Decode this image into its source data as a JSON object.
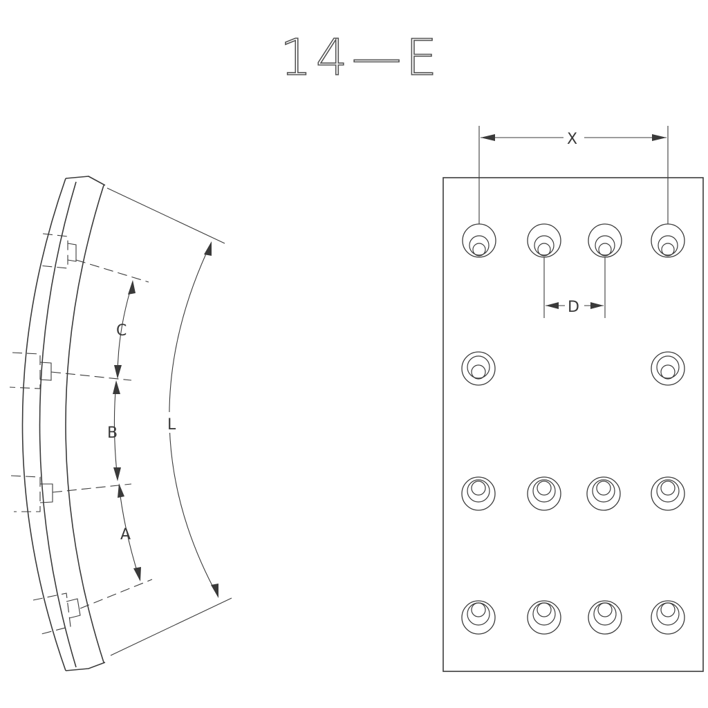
{
  "title": "14—E",
  "labels": {
    "a": "A",
    "b": "B",
    "c": "C",
    "l": "L",
    "x": "X",
    "d": "D"
  },
  "colors": {
    "line": "#3a3a3a",
    "background": "#ffffff"
  }
}
